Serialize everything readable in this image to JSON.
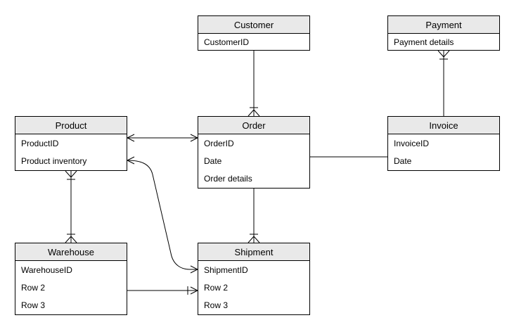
{
  "diagram": {
    "type": "entity-relationship",
    "background_color": "#ffffff",
    "entity_header_fill": "#e9e9e9",
    "entity_border_color": "#000000",
    "text_color": "#000000"
  },
  "entities": [
    {
      "title": "Customer",
      "rows": [
        "CustomerID"
      ]
    },
    {
      "title": "Payment",
      "rows": [
        "Payment details"
      ]
    },
    {
      "title": "Product",
      "rows": [
        "ProductID",
        "Product inventory"
      ]
    },
    {
      "title": "Order",
      "rows": [
        "OrderID",
        "Date",
        "Order details"
      ]
    },
    {
      "title": "Invoice",
      "rows": [
        "InvoiceID",
        "Date"
      ]
    },
    {
      "title": "Warehouse",
      "rows": [
        "WarehouseID",
        "Row 2",
        "Row 3"
      ]
    },
    {
      "title": "Shipment",
      "rows": [
        "ShipmentID",
        "Row 2",
        "Row 3"
      ]
    }
  ],
  "relationships": [
    {
      "from": "Customer",
      "to": "Order",
      "from_end": "plain",
      "to_end": "one-to-many-crowsfoot"
    },
    {
      "from": "Invoice",
      "to": "Payment",
      "from_end": "plain",
      "to_end": "one-to-many-crowsfoot"
    },
    {
      "from": "Product",
      "to": "Order",
      "from_end": "open-arrow",
      "to_end": "open-arrow"
    },
    {
      "from": "Product",
      "to": "Shipment",
      "from_end": "open-arrow",
      "to_end": "open-arrow",
      "shape": "s-curve"
    },
    {
      "from": "Order",
      "to": "Invoice",
      "from_end": "plain",
      "to_end": "plain"
    },
    {
      "from": "Order",
      "to": "Shipment",
      "from_end": "plain",
      "to_end": "one-to-many-crowsfoot"
    },
    {
      "from": "Product",
      "to": "Warehouse",
      "from_end": "one-to-many-crowsfoot",
      "to_end": "one-to-many-crowsfoot"
    },
    {
      "from": "Warehouse",
      "to": "Shipment",
      "from_end": "plain",
      "to_end": "open-arrow-with-one-tick"
    }
  ]
}
